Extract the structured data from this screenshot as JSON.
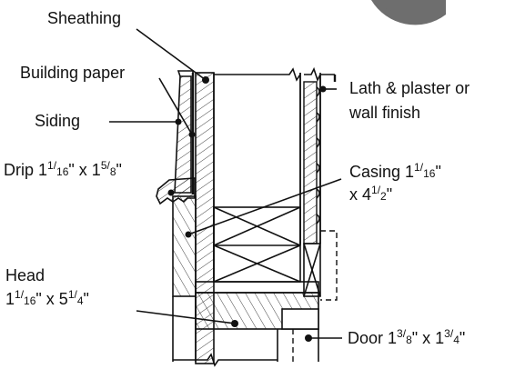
{
  "labels": {
    "sheathing": "Sheathing",
    "building_paper": "Building paper",
    "siding": "Siding",
    "drip_name": "Drip 1",
    "drip_n1": "1",
    "drip_d1": "16",
    "drip_mid": "\" x 1",
    "drip_n2": "5",
    "drip_d2": "8",
    "drip_end": "\"",
    "head_name": "Head",
    "head_line2_a": "1",
    "head_n1": "1",
    "head_d1": "16",
    "head_mid": "\" x 5",
    "head_n2": "1",
    "head_d2": "4",
    "head_end": "\"",
    "lath_line1": "Lath & plaster or",
    "lath_line2": "wall finish",
    "casing_name": "Casing 1",
    "casing_n1": "1",
    "casing_d1": "16",
    "casing_end1": "\"",
    "casing_line2_a": "x 4",
    "casing_n2": "1",
    "casing_d2": "2",
    "casing_end2": "\"",
    "door_name": "Door 1",
    "door_n1": "3",
    "door_d1": "8",
    "door_mid": "\" x 1",
    "door_n2": "3",
    "door_d2": "4",
    "door_end": "\""
  }
}
